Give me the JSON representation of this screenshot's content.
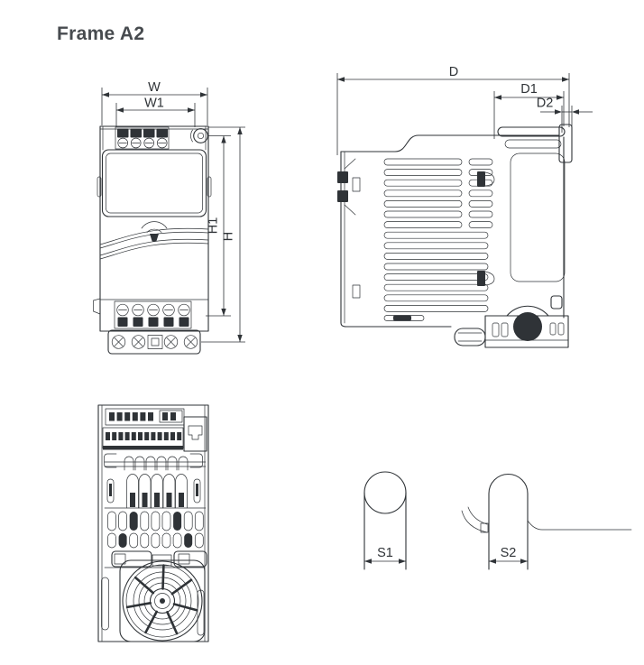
{
  "title": "Frame A2",
  "colors": {
    "background": "#ffffff",
    "line": "#2f3337",
    "title": "#474b4f"
  },
  "views": {
    "front": {
      "label_w": "W",
      "label_w1": "W1",
      "label_h1": "H1",
      "label_h": "H"
    },
    "side": {
      "label_d": "D",
      "label_d1": "D1",
      "label_d2": "D2"
    },
    "screw_s1": {
      "label": "S1"
    },
    "screw_s2": {
      "label": "S2"
    }
  }
}
